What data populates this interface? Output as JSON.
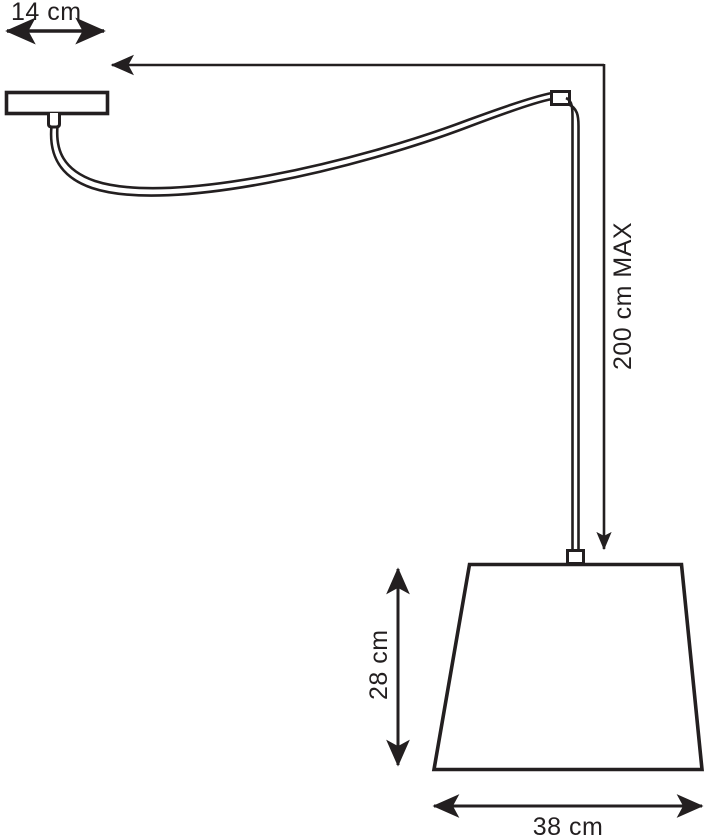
{
  "drawing": {
    "title": "Pendant lamp dimension drawing",
    "background_color": "#ffffff",
    "line_color": "#231f20",
    "text_color": "#231f20",
    "units": "cm"
  },
  "dimensions": {
    "canopy_width": {
      "label": "14 cm",
      "value": 14,
      "unit": "cm",
      "orientation": "horizontal",
      "arrow_style": "double"
    },
    "drop_height": {
      "label": "200 cm MAX",
      "value": 200,
      "unit": "cm",
      "qualifier": "MAX",
      "orientation": "vertical",
      "rotation_deg": -90,
      "arrow_style": "single-down"
    },
    "shade_height": {
      "label": "28 cm",
      "value": 28,
      "unit": "cm",
      "orientation": "vertical",
      "rotation_deg": -90,
      "arrow_style": "double"
    },
    "shade_diameter": {
      "label": "38 cm",
      "value": 38,
      "unit": "cm",
      "orientation": "horizontal",
      "arrow_style": "double"
    }
  },
  "parts": {
    "ceiling_plate": "ceiling-mount-plate",
    "plate_connector": "canopy-connector",
    "suspension_cable": "suspension-cable",
    "cable_clip": "cable-bend-clip",
    "vertical_cord": "vertical-cord",
    "shade_connector": "shade-top-connector",
    "lampshade": "conical-lampshade"
  }
}
